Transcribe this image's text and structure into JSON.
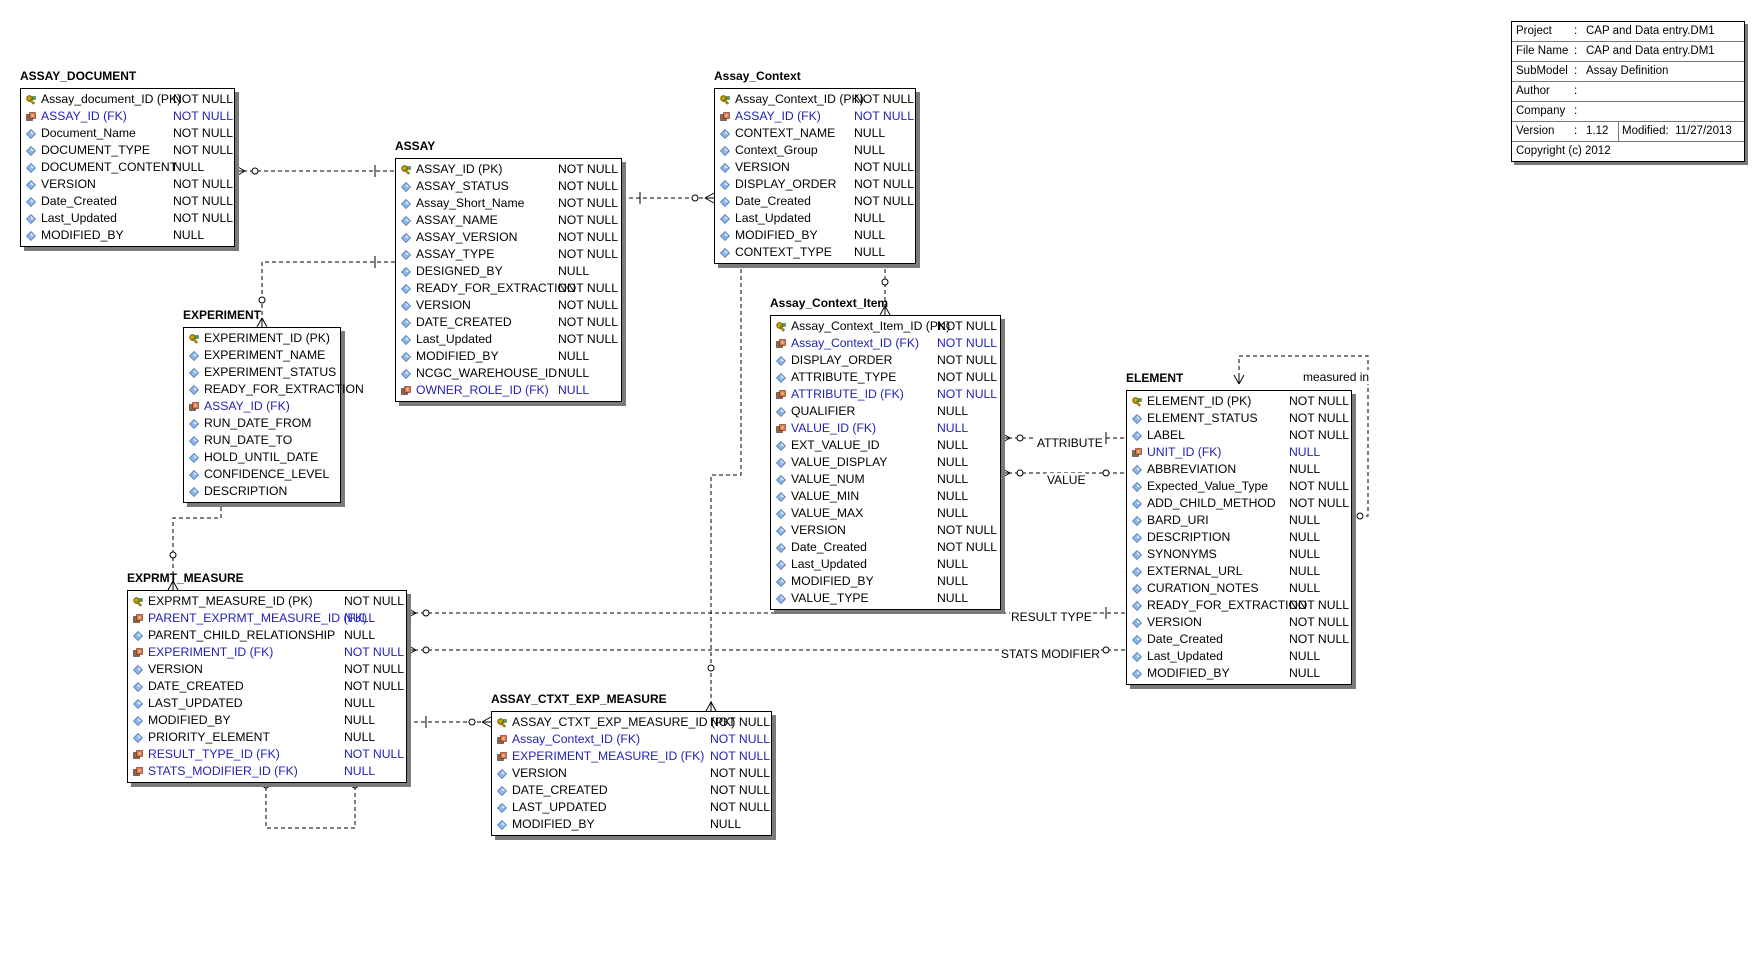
{
  "info": {
    "project_label": "Project",
    "project_value": "CAP and Data entry.DM1",
    "filename_label": "File Name",
    "filename_value": "CAP and Data entry.DM1",
    "submodel_label": "SubModel",
    "submodel_value": "Assay Definition",
    "author_label": "Author",
    "author_value": "",
    "company_label": "Company",
    "company_value": "",
    "version_label": "Version",
    "version_value": "1.12",
    "modified_label": "Modified:",
    "modified_value": "11/27/2013",
    "copyright": "Copyright (c)  2012"
  },
  "colors": {
    "fk_text": "#1f1fb4",
    "shadow": "#7a7a7a",
    "pk_key": "#c8a400",
    "attr_diamond": "#8fb7e8"
  },
  "entities": [
    {
      "id": "assay_document",
      "title": "ASSAY_DOCUMENT",
      "columns": [
        {
          "name": "Assay_document_ID (PK)",
          "nullity": "NOT NULL",
          "kind": "pk"
        },
        {
          "name": "ASSAY_ID (FK)",
          "nullity": "NOT NULL",
          "kind": "fk"
        },
        {
          "name": "Document_Name",
          "nullity": "NOT NULL",
          "kind": "attr"
        },
        {
          "name": "DOCUMENT_TYPE",
          "nullity": "NOT NULL",
          "kind": "attr"
        },
        {
          "name": "DOCUMENT_CONTENT",
          "nullity": "NULL",
          "kind": "attr"
        },
        {
          "name": "VERSION",
          "nullity": "NOT NULL",
          "kind": "attr"
        },
        {
          "name": "Date_Created",
          "nullity": "NOT NULL",
          "kind": "attr"
        },
        {
          "name": "Last_Updated",
          "nullity": "NOT NULL",
          "kind": "attr"
        },
        {
          "name": "MODIFIED_BY",
          "nullity": "NULL",
          "kind": "attr"
        }
      ]
    },
    {
      "id": "assay",
      "title": "ASSAY",
      "columns": [
        {
          "name": "ASSAY_ID (PK)",
          "nullity": "NOT NULL",
          "kind": "pk"
        },
        {
          "name": "ASSAY_STATUS",
          "nullity": "NOT NULL",
          "kind": "attr"
        },
        {
          "name": "Assay_Short_Name",
          "nullity": "NOT NULL",
          "kind": "attr"
        },
        {
          "name": "ASSAY_NAME",
          "nullity": "NOT NULL",
          "kind": "attr"
        },
        {
          "name": "ASSAY_VERSION",
          "nullity": "NOT NULL",
          "kind": "attr"
        },
        {
          "name": "ASSAY_TYPE",
          "nullity": "NOT NULL",
          "kind": "attr"
        },
        {
          "name": "DESIGNED_BY",
          "nullity": "NULL",
          "kind": "attr"
        },
        {
          "name": "READY_FOR_EXTRACTION",
          "nullity": "NOT NULL",
          "kind": "attr"
        },
        {
          "name": "VERSION",
          "nullity": "NOT NULL",
          "kind": "attr"
        },
        {
          "name": "DATE_CREATED",
          "nullity": "NOT NULL",
          "kind": "attr"
        },
        {
          "name": "Last_Updated",
          "nullity": "NOT NULL",
          "kind": "attr"
        },
        {
          "name": "MODIFIED_BY",
          "nullity": "NULL",
          "kind": "attr"
        },
        {
          "name": "NCGC_WAREHOUSE_ID",
          "nullity": "NULL",
          "kind": "attr"
        },
        {
          "name": "OWNER_ROLE_ID (FK)",
          "nullity": "NULL",
          "kind": "fk"
        }
      ]
    },
    {
      "id": "assay_context",
      "title": "Assay_Context",
      "columns": [
        {
          "name": "Assay_Context_ID (PK)",
          "nullity": "NOT NULL",
          "kind": "pk"
        },
        {
          "name": "ASSAY_ID (FK)",
          "nullity": "NOT NULL",
          "kind": "fk"
        },
        {
          "name": "CONTEXT_NAME",
          "nullity": "NULL",
          "kind": "attr"
        },
        {
          "name": "Context_Group",
          "nullity": "NULL",
          "kind": "attr"
        },
        {
          "name": "VERSION",
          "nullity": "NOT NULL",
          "kind": "attr"
        },
        {
          "name": "DISPLAY_ORDER",
          "nullity": "NOT NULL",
          "kind": "attr"
        },
        {
          "name": "Date_Created",
          "nullity": "NOT NULL",
          "kind": "attr"
        },
        {
          "name": "Last_Updated",
          "nullity": "NULL",
          "kind": "attr"
        },
        {
          "name": "MODIFIED_BY",
          "nullity": "NULL",
          "kind": "attr"
        },
        {
          "name": "CONTEXT_TYPE",
          "nullity": "NULL",
          "kind": "attr"
        }
      ]
    },
    {
      "id": "experiment",
      "title": "EXPERIMENT",
      "columns": [
        {
          "name": "EXPERIMENT_ID (PK)",
          "nullity": "",
          "kind": "pk"
        },
        {
          "name": "EXPERIMENT_NAME",
          "nullity": "",
          "kind": "attr"
        },
        {
          "name": "EXPERIMENT_STATUS",
          "nullity": "",
          "kind": "attr"
        },
        {
          "name": "READY_FOR_EXTRACTION",
          "nullity": "",
          "kind": "attr"
        },
        {
          "name": "ASSAY_ID (FK)",
          "nullity": "",
          "kind": "fk"
        },
        {
          "name": "RUN_DATE_FROM",
          "nullity": "",
          "kind": "attr"
        },
        {
          "name": "RUN_DATE_TO",
          "nullity": "",
          "kind": "attr"
        },
        {
          "name": "HOLD_UNTIL_DATE",
          "nullity": "",
          "kind": "attr"
        },
        {
          "name": "CONFIDENCE_LEVEL",
          "nullity": "",
          "kind": "attr"
        },
        {
          "name": "DESCRIPTION",
          "nullity": "",
          "kind": "attr"
        }
      ]
    },
    {
      "id": "assay_context_item",
      "title": "Assay_Context_Item",
      "columns": [
        {
          "name": "Assay_Context_Item_ID (PK)",
          "nullity": "NOT NULL",
          "kind": "pk"
        },
        {
          "name": "Assay_Context_ID (FK)",
          "nullity": "NOT NULL",
          "kind": "fk"
        },
        {
          "name": "DISPLAY_ORDER",
          "nullity": "NOT NULL",
          "kind": "attr"
        },
        {
          "name": "ATTRIBUTE_TYPE",
          "nullity": "NOT NULL",
          "kind": "attr"
        },
        {
          "name": "ATTRIBUTE_ID (FK)",
          "nullity": "NOT NULL",
          "kind": "fk"
        },
        {
          "name": "QUALIFIER",
          "nullity": "NULL",
          "kind": "attr"
        },
        {
          "name": "VALUE_ID (FK)",
          "nullity": "NULL",
          "kind": "fk"
        },
        {
          "name": "EXT_VALUE_ID",
          "nullity": "NULL",
          "kind": "attr"
        },
        {
          "name": "VALUE_DISPLAY",
          "nullity": "NULL",
          "kind": "attr"
        },
        {
          "name": "VALUE_NUM",
          "nullity": "NULL",
          "kind": "attr"
        },
        {
          "name": "VALUE_MIN",
          "nullity": "NULL",
          "kind": "attr"
        },
        {
          "name": "VALUE_MAX",
          "nullity": "NULL",
          "kind": "attr"
        },
        {
          "name": "VERSION",
          "nullity": "NOT NULL",
          "kind": "attr"
        },
        {
          "name": "Date_Created",
          "nullity": "NOT NULL",
          "kind": "attr"
        },
        {
          "name": "Last_Updated",
          "nullity": "NULL",
          "kind": "attr"
        },
        {
          "name": "MODIFIED_BY",
          "nullity": "NULL",
          "kind": "attr"
        },
        {
          "name": "VALUE_TYPE",
          "nullity": "NULL",
          "kind": "attr"
        }
      ]
    },
    {
      "id": "element",
      "title": "ELEMENT",
      "columns": [
        {
          "name": "ELEMENT_ID (PK)",
          "nullity": "NOT NULL",
          "kind": "pk"
        },
        {
          "name": "ELEMENT_STATUS",
          "nullity": "NOT NULL",
          "kind": "attr"
        },
        {
          "name": "LABEL",
          "nullity": "NOT NULL",
          "kind": "attr"
        },
        {
          "name": "UNIT_ID (FK)",
          "nullity": "NULL",
          "kind": "fk"
        },
        {
          "name": "ABBREVIATION",
          "nullity": "NULL",
          "kind": "attr"
        },
        {
          "name": "Expected_Value_Type",
          "nullity": "NOT NULL",
          "kind": "attr"
        },
        {
          "name": "ADD_CHILD_METHOD",
          "nullity": "NOT NULL",
          "kind": "attr"
        },
        {
          "name": "BARD_URI",
          "nullity": "NULL",
          "kind": "attr"
        },
        {
          "name": "DESCRIPTION",
          "nullity": "NULL",
          "kind": "attr"
        },
        {
          "name": "SYNONYMS",
          "nullity": "NULL",
          "kind": "attr"
        },
        {
          "name": "EXTERNAL_URL",
          "nullity": "NULL",
          "kind": "attr"
        },
        {
          "name": "CURATION_NOTES",
          "nullity": "NULL",
          "kind": "attr"
        },
        {
          "name": "READY_FOR_EXTRACTION",
          "nullity": "NOT NULL",
          "kind": "attr"
        },
        {
          "name": "VERSION",
          "nullity": "NOT NULL",
          "kind": "attr"
        },
        {
          "name": "Date_Created",
          "nullity": "NOT NULL",
          "kind": "attr"
        },
        {
          "name": "Last_Updated",
          "nullity": "NULL",
          "kind": "attr"
        },
        {
          "name": "MODIFIED_BY",
          "nullity": "NULL",
          "kind": "attr"
        }
      ]
    },
    {
      "id": "exprmt_measure",
      "title": "EXPRMT_MEASURE",
      "columns": [
        {
          "name": "EXPRMT_MEASURE_ID (PK)",
          "nullity": "NOT NULL",
          "kind": "pk"
        },
        {
          "name": "PARENT_EXPRMT_MEASURE_ID (FK)",
          "nullity": "NULL",
          "kind": "fk"
        },
        {
          "name": "PARENT_CHILD_RELATIONSHIP",
          "nullity": "NULL",
          "kind": "attr"
        },
        {
          "name": "EXPERIMENT_ID (FK)",
          "nullity": "NOT NULL",
          "kind": "fk"
        },
        {
          "name": "VERSION",
          "nullity": "NOT NULL",
          "kind": "attr"
        },
        {
          "name": "DATE_CREATED",
          "nullity": "NOT NULL",
          "kind": "attr"
        },
        {
          "name": "LAST_UPDATED",
          "nullity": "NULL",
          "kind": "attr"
        },
        {
          "name": "MODIFIED_BY",
          "nullity": "NULL",
          "kind": "attr"
        },
        {
          "name": "PRIORITY_ELEMENT",
          "nullity": "NULL",
          "kind": "attr"
        },
        {
          "name": "RESULT_TYPE_ID (FK)",
          "nullity": "NOT NULL",
          "kind": "fk"
        },
        {
          "name": "STATS_MODIFIER_ID (FK)",
          "nullity": "NULL",
          "kind": "fk"
        }
      ]
    },
    {
      "id": "assay_ctxt_exp_measure",
      "title": "ASSAY_CTXT_EXP_MEASURE",
      "columns": [
        {
          "name": "ASSAY_CTXT_EXP_MEASURE_ID (PK)",
          "nullity": "NOT NULL",
          "kind": "pk"
        },
        {
          "name": "Assay_Context_ID (FK)",
          "nullity": "NOT NULL",
          "kind": "fk"
        },
        {
          "name": "EXPERIMENT_MEASURE_ID (FK)",
          "nullity": "NOT NULL",
          "kind": "fk"
        },
        {
          "name": "VERSION",
          "nullity": "NOT NULL",
          "kind": "attr"
        },
        {
          "name": "DATE_CREATED",
          "nullity": "NOT NULL",
          "kind": "attr"
        },
        {
          "name": "LAST_UPDATED",
          "nullity": "NOT NULL",
          "kind": "attr"
        },
        {
          "name": "MODIFIED_BY",
          "nullity": "NULL",
          "kind": "attr"
        }
      ]
    }
  ],
  "relationship_labels": {
    "measured_in": "measured in",
    "attribute": "ATTRIBUTE",
    "value": "VALUE",
    "result_type": "RESULT TYPE",
    "stats_modifier": "STATS MODIFIER"
  }
}
